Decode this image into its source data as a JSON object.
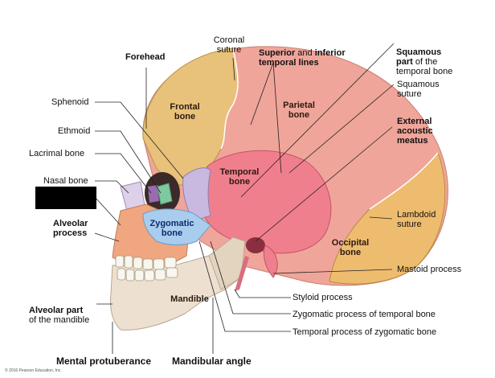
{
  "labels": {
    "coronal_suture": "Coronal\nsuture",
    "superior_inferior_temporal_lines_a": "Superior",
    "superior_inferior_temporal_lines_b": " and ",
    "superior_inferior_temporal_lines_c": "inferior\ntemporal lines",
    "squamous_part": "Squamous\npart",
    "squamous_part_rest": " of the\ntemporal bone",
    "forehead": "Forehead",
    "sphenoid": "Sphenoid",
    "ethmoid": "Ethmoid",
    "lacrimal_bone": "Lacrimal bone",
    "nasal_bone": "Nasal bone",
    "alveolar_process": "Alveolar\nprocess",
    "alveolar_part_a": "Alveolar part",
    "alveolar_part_b": "of the mandible",
    "mental_protuberance": "Mental protuberance",
    "mandibular_angle": "Mandibular angle",
    "squamous_suture": "Squamous\nsuture",
    "external_acoustic_meatus": "External\nacoustic\nmeatus",
    "lambdoid_suture": "Lambdoid\nsuture",
    "mastoid_process": "Mastoid process",
    "styloid_process": "Styloid process",
    "zygomatic_process": "Zygomatic process of temporal bone",
    "temporal_process": "Temporal process of zygomatic bone"
  },
  "bones": {
    "frontal": "Frontal\nbone",
    "parietal": "Parietal\nbone",
    "temporal": "Temporal\nbone",
    "occipital": "Occipital\nbone",
    "zygomatic": "Zygomatic\nbone",
    "mandible": "Mandible"
  },
  "copyright": "© 2016 Pearson Education, Inc.",
  "colors": {
    "frontal": "#e8c27a",
    "parietal": "#f0a59a",
    "temporal": "#f07f8e",
    "occipital": "#eebc6f",
    "sphenoid": "#c9b8e0",
    "zygomatic": "#a9cdee",
    "maxilla": "#f0a680",
    "mandible": "#ede0d0",
    "ethmoid": "#7fc8a0"
  }
}
